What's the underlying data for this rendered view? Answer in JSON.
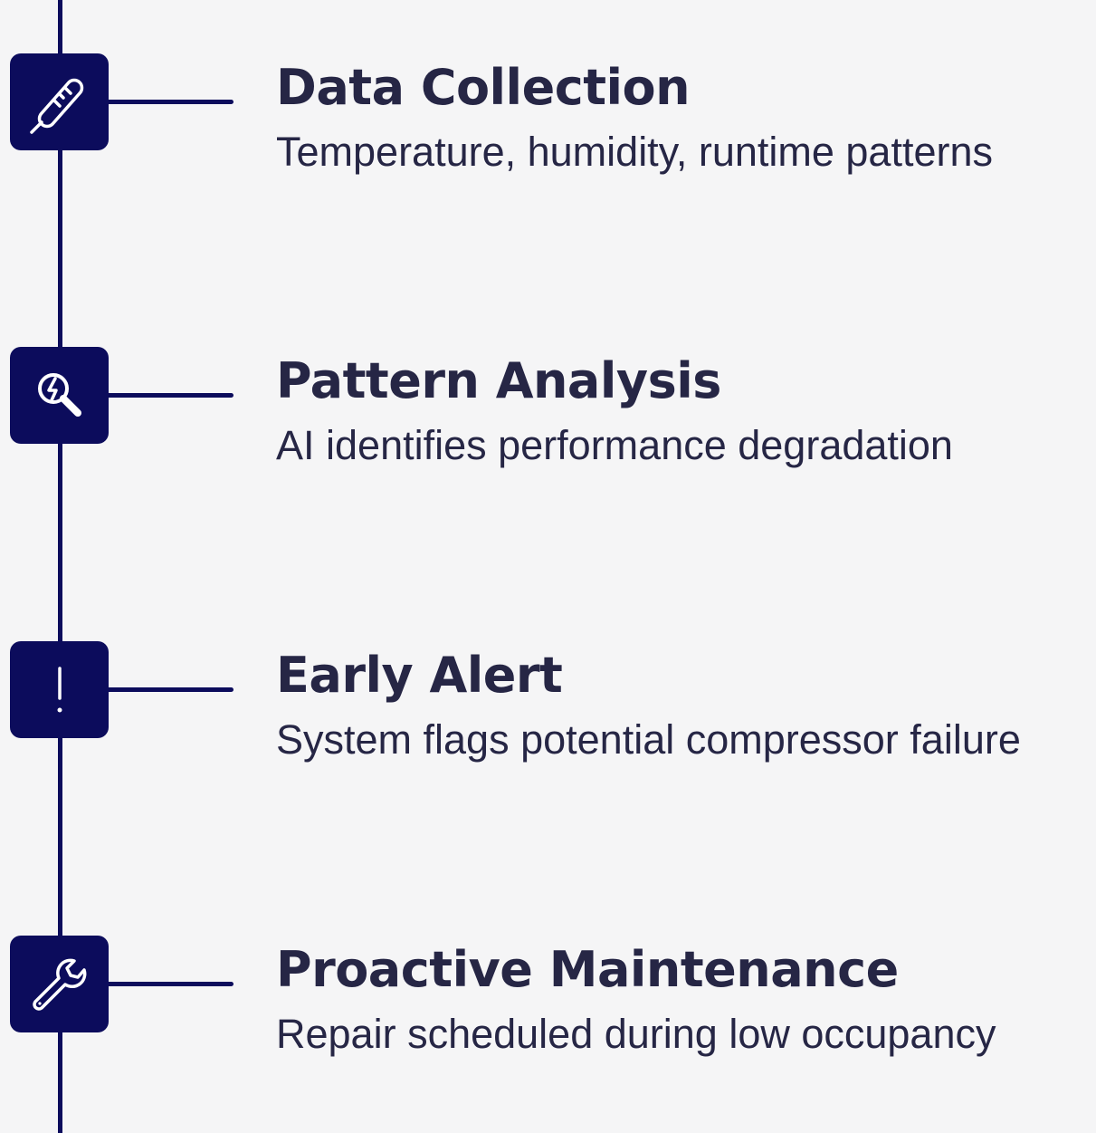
{
  "steps": [
    {
      "title": "Data Collection",
      "description": "Temperature, humidity, runtime patterns",
      "icon": "thermometer-icon"
    },
    {
      "title": "Pattern Analysis",
      "description": "AI identifies performance degradation",
      "icon": "magnifier-lightning-icon"
    },
    {
      "title": "Early Alert",
      "description": "System flags potential compressor failure",
      "icon": "exclamation-icon"
    },
    {
      "title": "Proactive Maintenance",
      "description": "Repair scheduled during low occupancy",
      "icon": "wrench-icon"
    }
  ],
  "colors": {
    "background": "#f5f5f6",
    "accent": "#0c0c5c",
    "text": "#262645",
    "icon_stroke": "#ffffff"
  }
}
